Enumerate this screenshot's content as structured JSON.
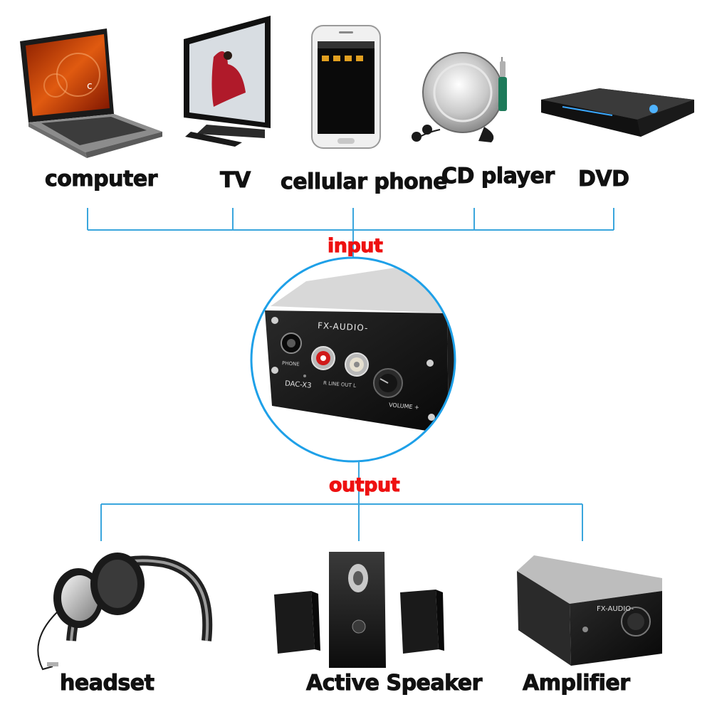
{
  "inputs": [
    "computer",
    "TV",
    "cellular phone",
    "CD player",
    "DVD"
  ],
  "input_label": "input",
  "output_label": "output",
  "outputs": [
    "headset",
    "Active Speaker",
    "Amplifier"
  ],
  "device": {
    "brand": "FX-AUDIO-",
    "model": "DAC-X3",
    "phone": "PHONE",
    "line_out": "R LINE OUT L",
    "volume": "VOLUME +"
  },
  "colors": {
    "connector": "#3aa6dd",
    "highlight_circle": "#1ea0e8",
    "label_red": "#ee1111",
    "label_black": "#111111"
  }
}
